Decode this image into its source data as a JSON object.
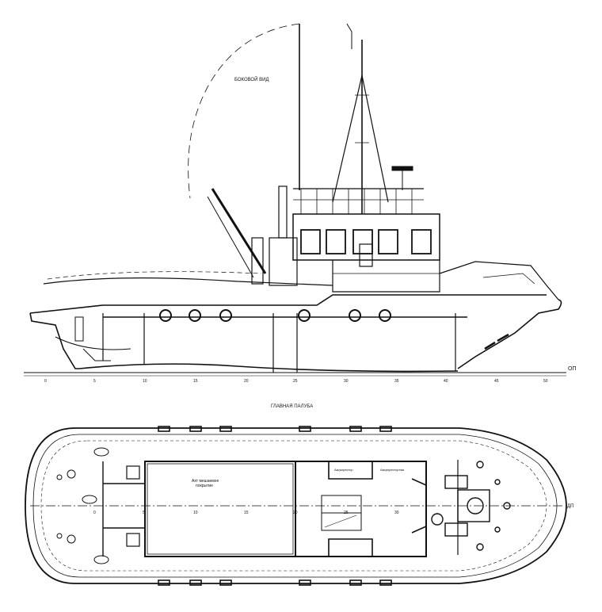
{
  "views": {
    "side_title": "БОКОВОЙ ВИД",
    "plan_title": "ГЛАВНАЯ ПАЛУБА",
    "baseline_label": "ОП",
    "centerline_label": "ДП"
  },
  "plan_rooms": {
    "hold_line1": "Ахт мешаемое",
    "hold_line2": "покрытие",
    "room_a": "Аккумулятор",
    "room_b": "Аккумуляторная"
  },
  "frame_ticks": {
    "side": [
      "0",
      "5",
      "10",
      "15",
      "20",
      "25",
      "30",
      "35",
      "40",
      "45",
      "50"
    ],
    "plan": [
      "0",
      "5",
      "10",
      "15",
      "20",
      "25",
      "30"
    ]
  },
  "colors": {
    "ink": "#111111",
    "background": "#ffffff"
  }
}
